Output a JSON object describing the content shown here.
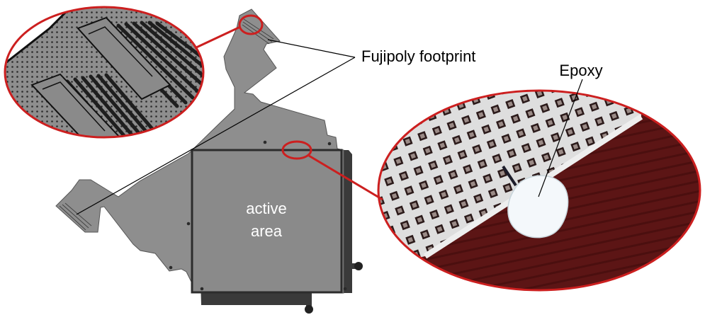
{
  "labels": {
    "footprint": "Fujipoly footprint",
    "epoxy": "Epoxy",
    "active_line1": "active",
    "active_line2": "area"
  },
  "colors": {
    "board": "#8c8c8c",
    "board_dark": "#3c3c3c",
    "callout_ring": "#cc1f1f",
    "leader_line": "#000000",
    "substrate": "#5a1414",
    "pad_field": "#d9d9d9",
    "epoxy": "#f2f6f8"
  }
}
